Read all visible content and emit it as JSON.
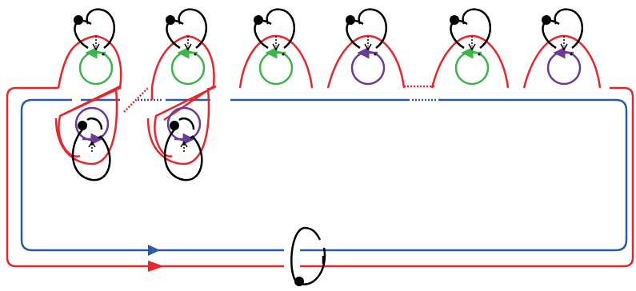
{
  "colors": {
    "red_curve": "#e8262b",
    "blue_curve": "#2a5ba6",
    "green_circle": "#3db54a",
    "purple_circle": "#6a3c97",
    "black_knot": "#000000",
    "background": "#ffffff"
  },
  "top_clasps": [
    {
      "circle": "green"
    },
    {
      "circle": "green"
    },
    {
      "circle": "green"
    },
    {
      "circle": "purple"
    },
    {
      "circle": "green"
    },
    {
      "circle": "purple"
    }
  ],
  "bottom_clasps": [
    {
      "circle": "purple"
    },
    {
      "circle": "purple"
    }
  ],
  "bottom_meridian": {
    "icon": "meridian-loop"
  }
}
